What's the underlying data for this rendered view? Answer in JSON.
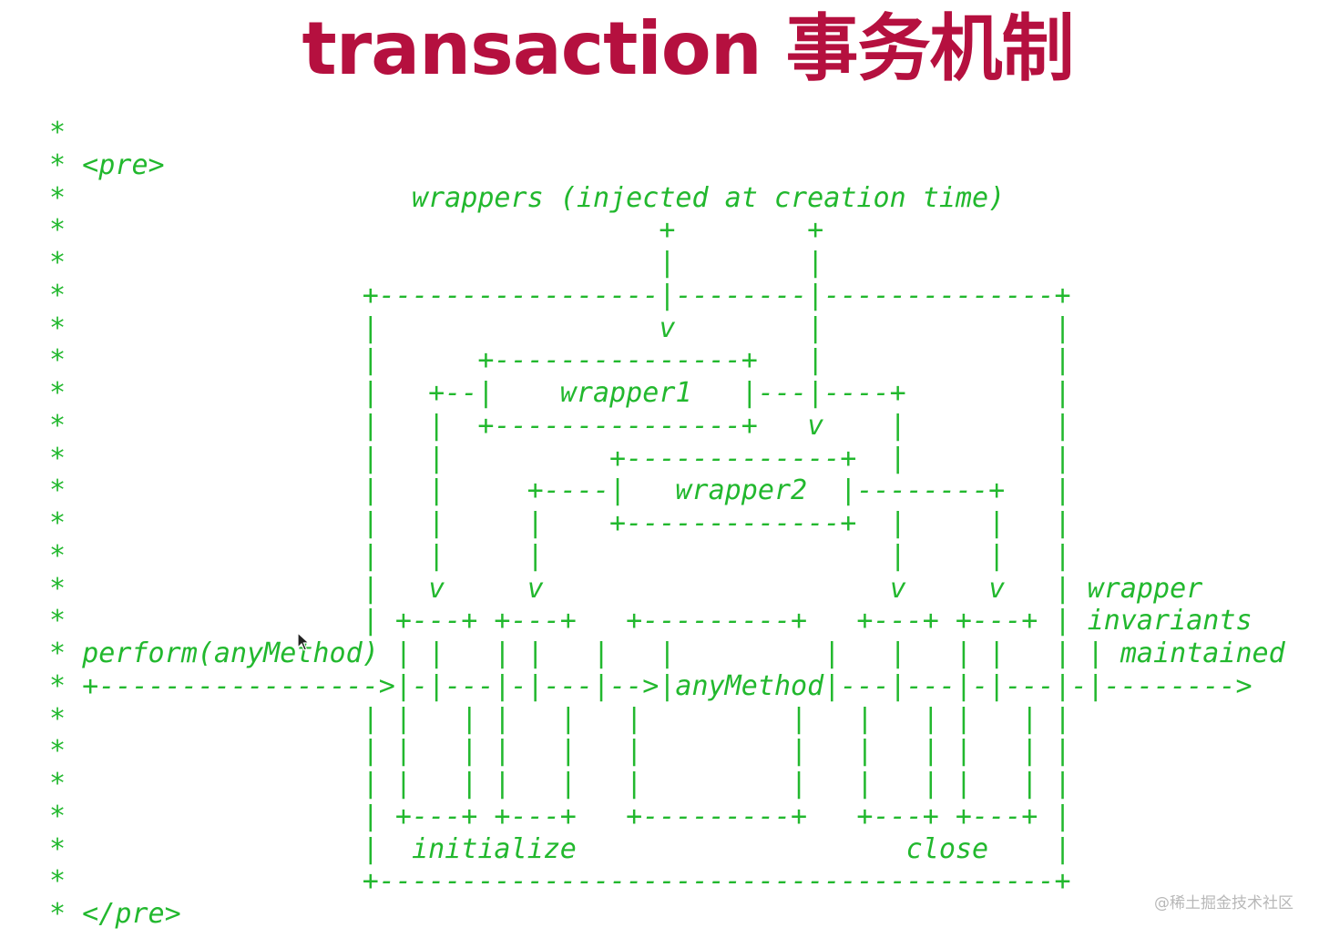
{
  "title": "transaction 事务机制",
  "code_lines": [
    "*",
    "* <pre>",
    "*                     wrappers (injected at creation time)",
    "*                                    +        +",
    "*                                    |        |",
    "*                  +-----------------|--------|--------------+",
    "*                  |                 v        |              |",
    "*                  |      +---------------+   |              |",
    "*                  |   +--|    wrapper1   |---|----+         |",
    "*                  |   |  +---------------+   v    |         |",
    "*                  |   |          +-------------+  |         |",
    "*                  |   |     +----|   wrapper2  |--------+   |",
    "*                  |   |     |    +-------------+  |     |   |",
    "*                  |   |     |                     |     |   |",
    "*                  |   v     v                     v     v   | wrapper",
    "*                  | +---+ +---+   +---------+   +---+ +---+ | invariants",
    "* perform(anyMethod) | |   | |   |   |         |   |   | |   | | maintained",
    "* +----------------->|-|---|-|---|-->|anyMethod|---|---|-|---|-|-------->",
    "*                  | |   | |   |   |         |   |   | |   | |",
    "*                  | |   | |   |   |         |   |   | |   | |",
    "*                  | |   | |   |   |         |   |   | |   | |",
    "*                  | +---+ +---+   +---------+   +---+ +---+ |",
    "*                  |  initialize                    close    |",
    "*                  +-----------------------------------------+",
    "* </pre>"
  ],
  "watermark": "@稀土掘金技术社区",
  "colors": {
    "title": "#b5103f",
    "code": "#22b82e",
    "background": "#ffffff"
  }
}
